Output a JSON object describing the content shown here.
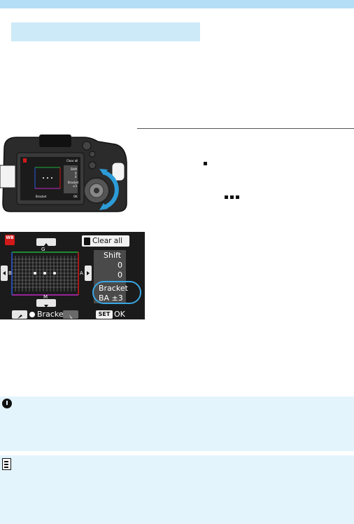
{
  "colors": {
    "header_band": "#b3def6",
    "section_band": "#cdeaf8",
    "note_band": "#e3f4fc",
    "ring": "#3aa7e3",
    "wb_icon": "#d21919"
  },
  "camera_screen_small": {
    "clear_label": "Clear all",
    "shift_label": "Shift",
    "shift_values": [
      "0",
      "0"
    ],
    "bracket_label": "Bracket",
    "bracket_value": "±3",
    "bottom_label": "Bracket",
    "ok_label": "OK"
  },
  "lcd": {
    "wb_icon_label": "WB",
    "clear_label": "Clear all",
    "axis_top": "G",
    "axis_bottom": "M",
    "axis_left": "B",
    "axis_right": "A",
    "shift_label": "Shift",
    "shift_values": [
      "0",
      "0"
    ],
    "bracket_label": "Bracket",
    "bracket_value": "BA ±3",
    "bottom_bracket_label": "Bracket",
    "set_label": "SET",
    "ok_label": "OK"
  },
  "icons": [
    "trash-icon",
    "up-arrow-icon",
    "down-arrow-icon",
    "left-arrow-icon",
    "right-arrow-icon",
    "caution-icon",
    "memo-icon"
  ]
}
